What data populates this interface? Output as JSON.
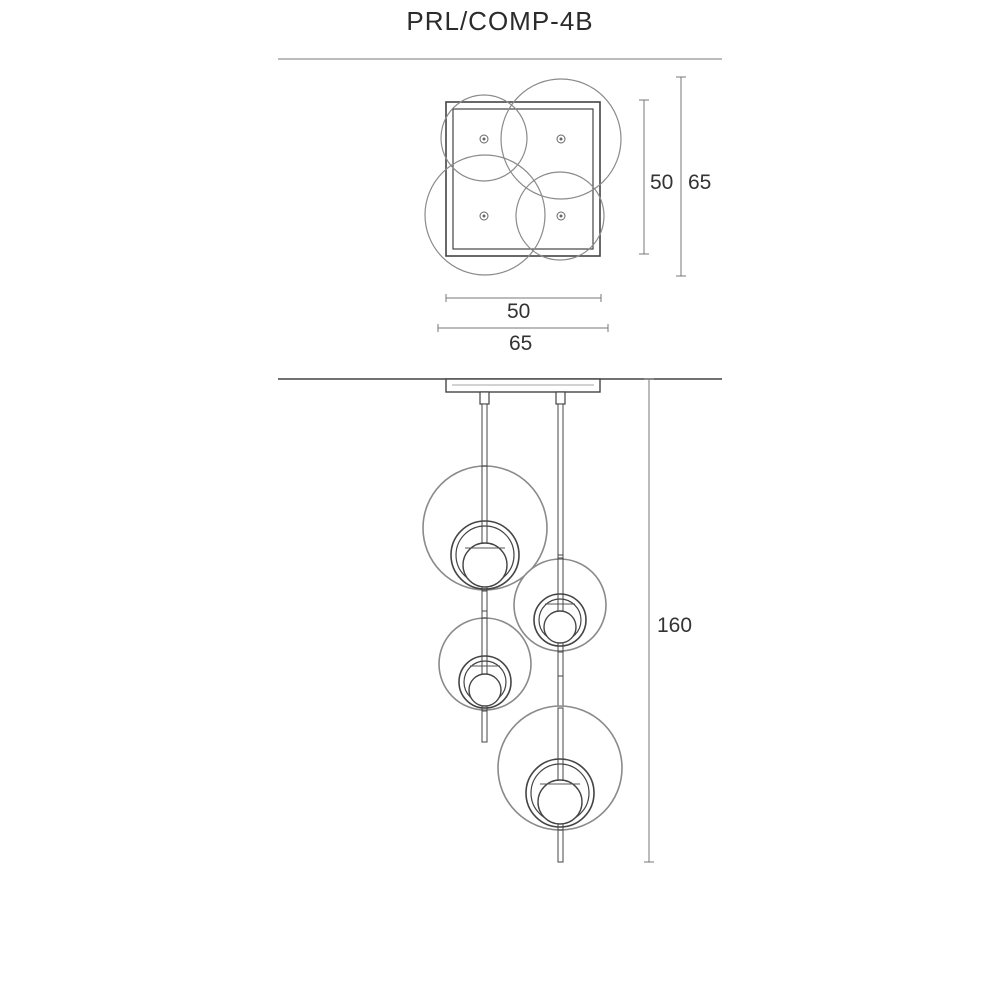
{
  "title": "PRL/COMP-4B",
  "top_view": {
    "inner_height_label": "50",
    "outer_height_label": "65",
    "inner_width_label": "50",
    "outer_width_label": "65"
  },
  "side_view": {
    "total_height_label": "160"
  },
  "colors": {
    "line": "#555555",
    "dim_line": "#777777",
    "text": "#333333",
    "glass": "#8a8a8a"
  }
}
